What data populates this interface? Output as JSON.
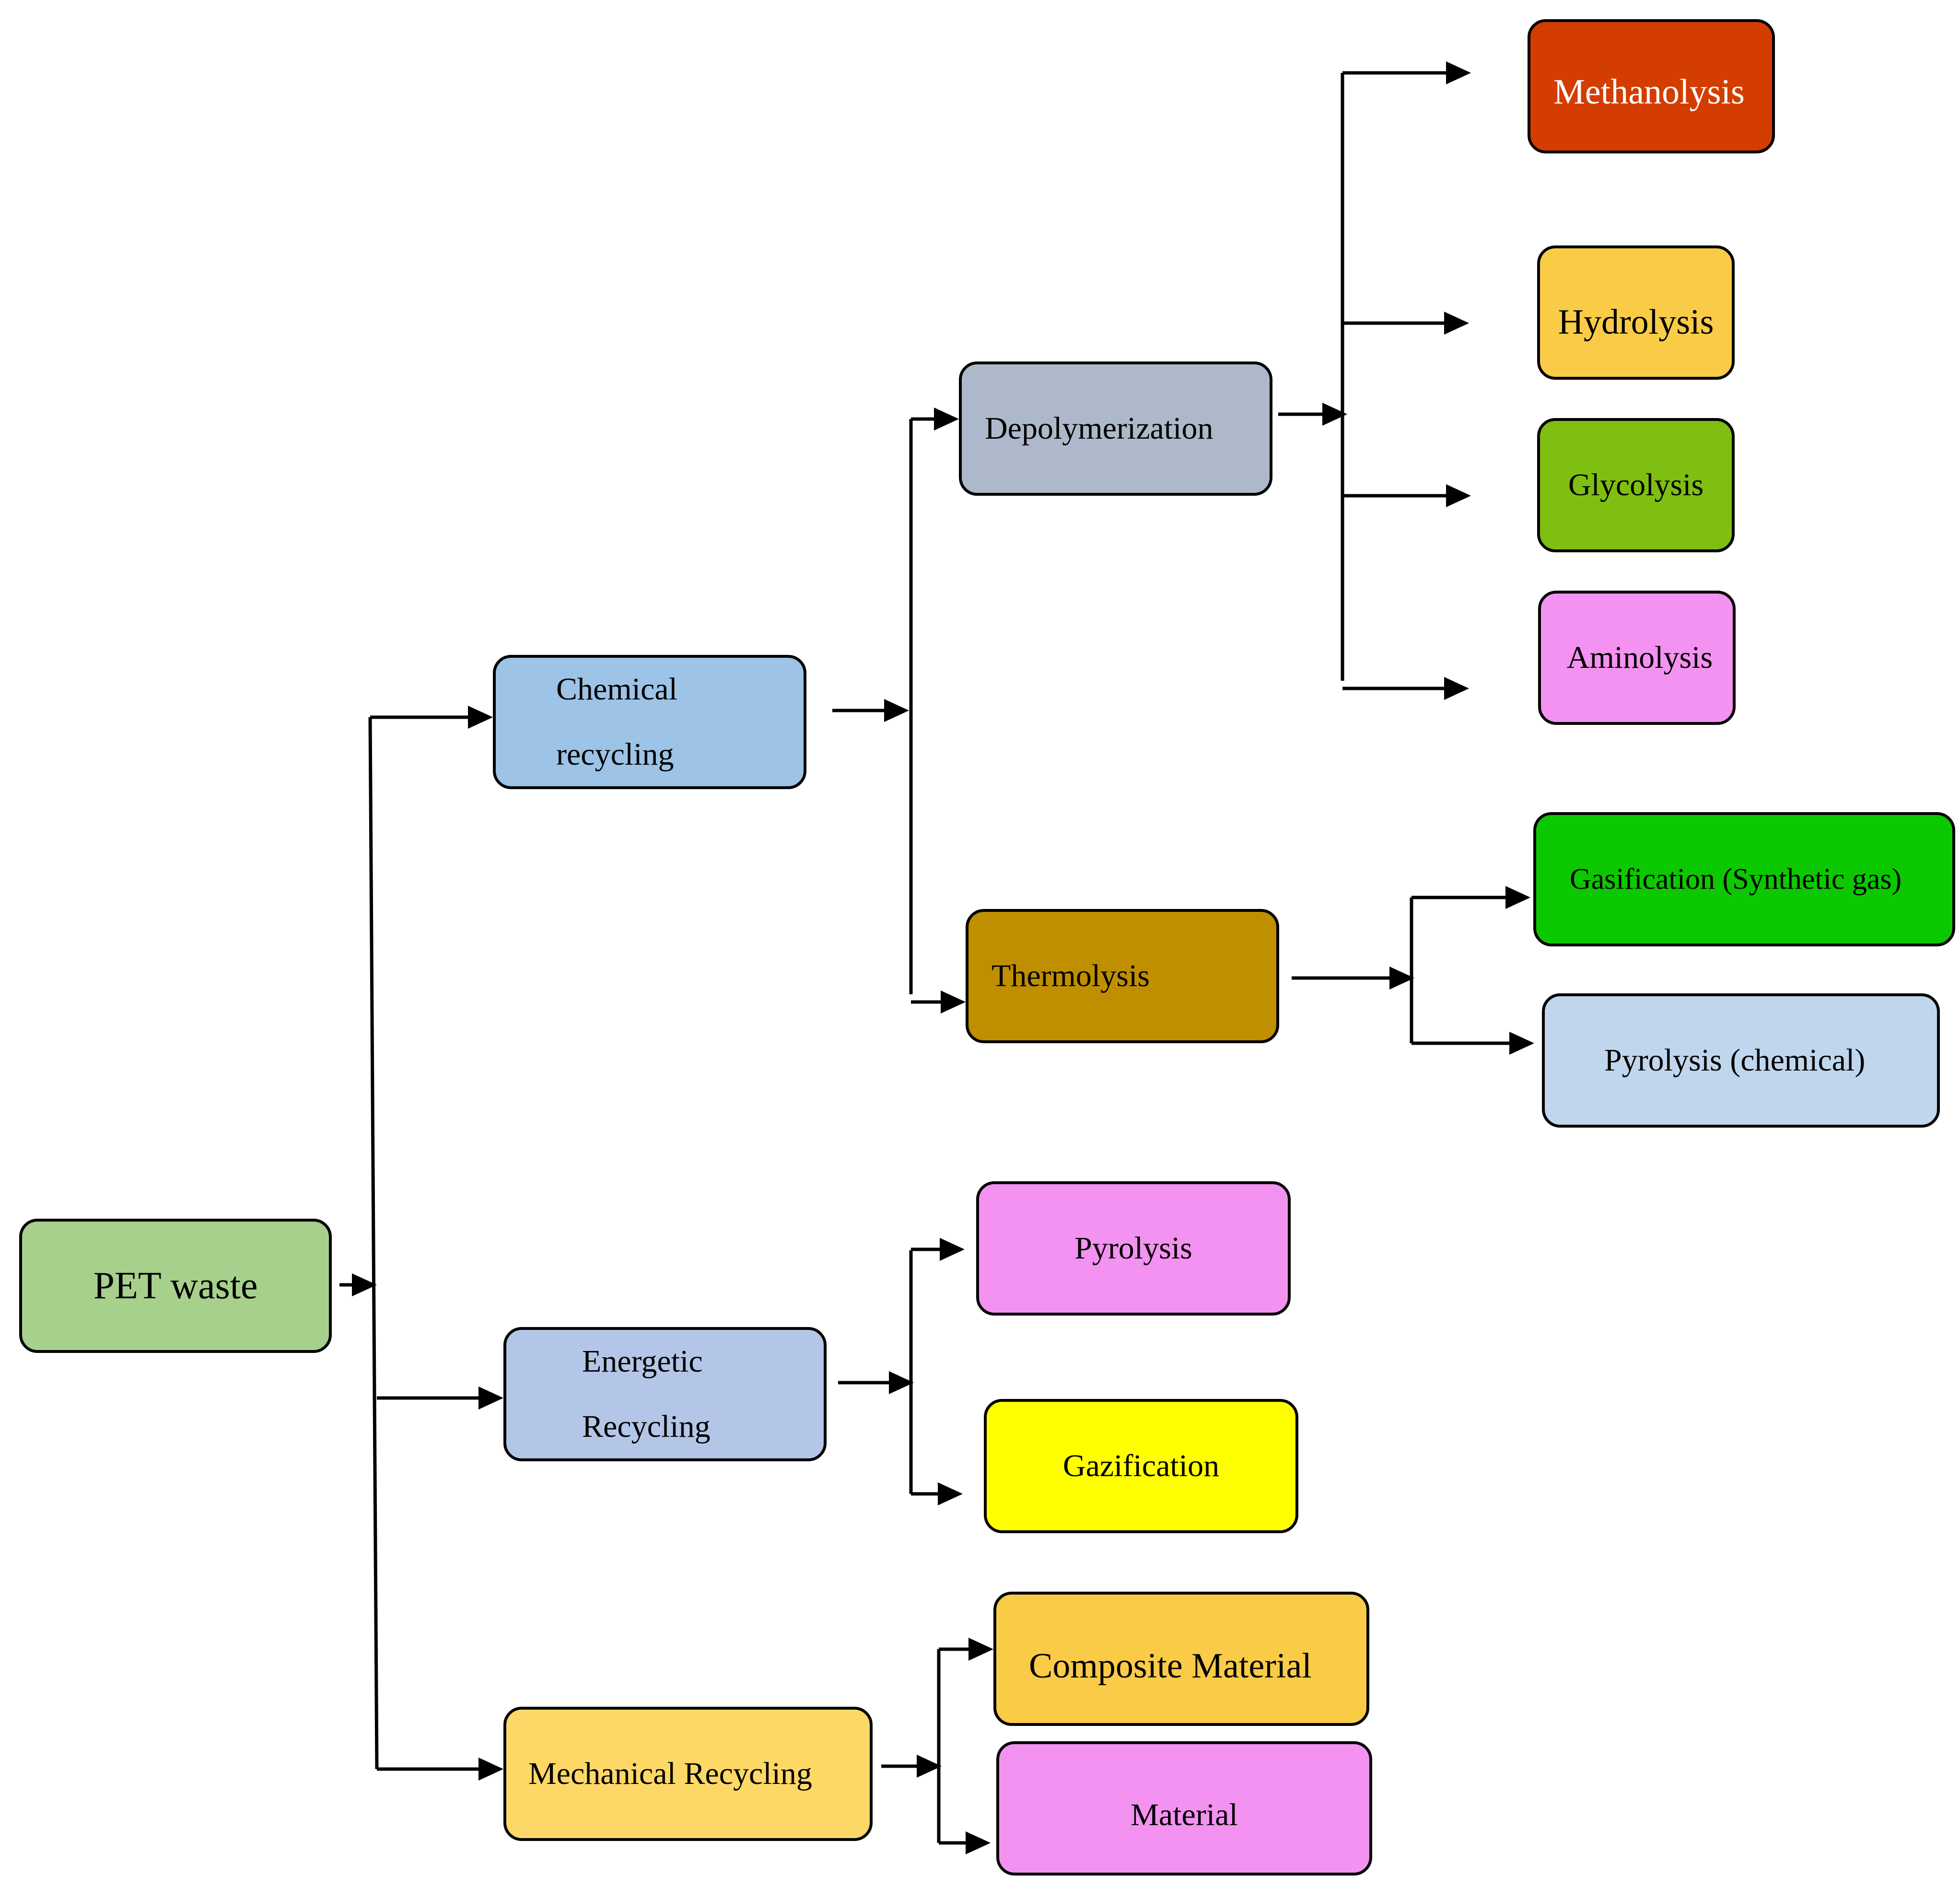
{
  "diagram": {
    "root": {
      "label": "PET waste",
      "color": "#a8d08d"
    },
    "nodes": {
      "chemical": {
        "label": "Chemical recycling",
        "color": "#9dc3e6"
      },
      "depolymerization": {
        "label": "Depolymerization",
        "color": "#adb9ca"
      },
      "methanolysis": {
        "label": "Methanolysis",
        "color": "#d43d00",
        "text_color": "#ffffff"
      },
      "hydrolysis": {
        "label": "Hydrolysis",
        "color": "#f9cb47"
      },
      "glycolysis": {
        "label": "Glycolysis",
        "color": "#7fbf11"
      },
      "aminolysis": {
        "label": "Aminolysis",
        "color": "#f392f0"
      },
      "thermolysis": {
        "label": "Thermolysis",
        "color": "#bf8f00"
      },
      "gasification": {
        "label": "Gasification (Synthetic gas)",
        "color": "#0cc800"
      },
      "pyrolysis_chemical": {
        "label": "Pyrolysis (chemical)",
        "color": "#c0d6ec"
      },
      "energetic": {
        "label": "Energetic Recycling",
        "color": "#b4c6e7"
      },
      "pyrolysis": {
        "label": "Pyrolysis",
        "color": "#f392f0"
      },
      "gazification": {
        "label": "Gazification",
        "color": "#ffff00"
      },
      "mechanical": {
        "label": "Mechanical Recycling",
        "color": "#fdd866"
      },
      "composite_material": {
        "label": "Composite Material",
        "color": "#f9cb47"
      },
      "material": {
        "label": "Material",
        "color": "#f392f0"
      }
    },
    "edges": [
      [
        "root",
        "chemical"
      ],
      [
        "root",
        "energetic"
      ],
      [
        "root",
        "mechanical"
      ],
      [
        "chemical",
        "depolymerization"
      ],
      [
        "chemical",
        "thermolysis"
      ],
      [
        "depolymerization",
        "methanolysis"
      ],
      [
        "depolymerization",
        "hydrolysis"
      ],
      [
        "depolymerization",
        "glycolysis"
      ],
      [
        "depolymerization",
        "aminolysis"
      ],
      [
        "thermolysis",
        "gasification"
      ],
      [
        "thermolysis",
        "pyrolysis_chemical"
      ],
      [
        "energetic",
        "pyrolysis"
      ],
      [
        "energetic",
        "gazification"
      ],
      [
        "mechanical",
        "composite_material"
      ],
      [
        "mechanical",
        "material"
      ]
    ],
    "line_color": "#000000"
  }
}
